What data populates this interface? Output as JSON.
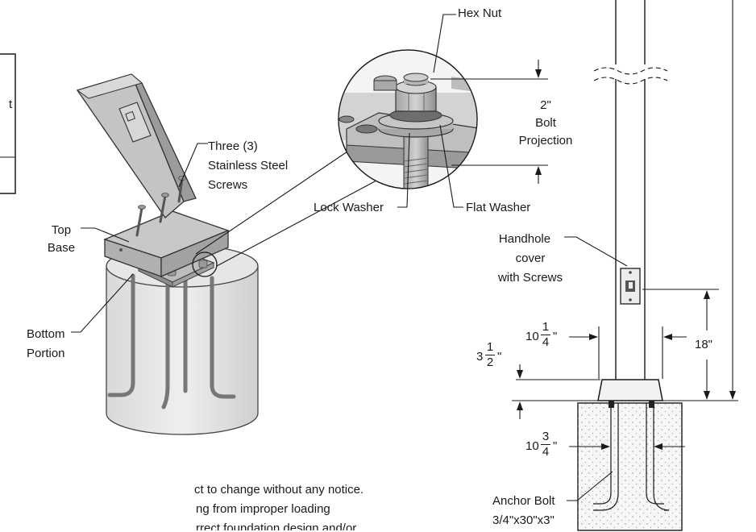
{
  "labels": {
    "hex_nut": "Hex Nut",
    "bolt_projection": [
      "2\"",
      "Bolt",
      "Projection"
    ],
    "three_screws": [
      "Three (3)",
      "Stainless Steel",
      "Screws"
    ],
    "top_base": [
      "Top",
      "Base"
    ],
    "bottom_portion": [
      "Bottom",
      "Portion"
    ],
    "lock_washer": "Lock Washer",
    "flat_washer": "Flat Washer",
    "handhole_cover": [
      "Handhole",
      "cover",
      "with Screws"
    ],
    "anchor_bolt": [
      "Anchor Bolt",
      "3/4\"x30\"x3\""
    ]
  },
  "dimensions": {
    "base_width": {
      "whole": "10",
      "num": "1",
      "den": "4",
      "unit": "\""
    },
    "base_height": {
      "whole": "3",
      "num": "1",
      "den": "2",
      "unit": "\""
    },
    "bolt_spacing": {
      "whole": "10",
      "num": "3",
      "den": "4",
      "unit": "\""
    },
    "handhole_height": "18\""
  },
  "left_table": {
    "fragment": "t"
  },
  "notes": [
    "ct to change without any notice.",
    "ng from improper loading",
    "rrect foundation design and/or"
  ],
  "colors": {
    "line": "#1a1a1a",
    "steel": "#b9b9b9",
    "steel_dark": "#7d7d7d",
    "concrete": "#eeeeee",
    "glass": "#e4e4e4"
  }
}
